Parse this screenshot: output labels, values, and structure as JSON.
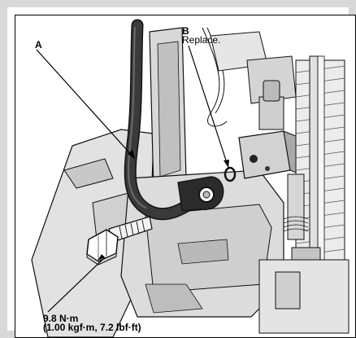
{
  "callouts": {
    "a": {
      "label": "A"
    },
    "b": {
      "label": "B",
      "note": "Replace."
    }
  },
  "torque_spec": {
    "primary": "9.8 N·m",
    "secondary": "(1.00 kgf·m, 7.2 lbf·ft)"
  },
  "colors": {
    "frame": "#d8d8d8",
    "line_art": "#111111",
    "component_fill": "#d6d6d6",
    "shadow_fill": "#a8a8a8",
    "pipe_fill": "#2a2a2a"
  },
  "parts": {
    "pipe_a": "pipe-icon",
    "o_ring_b": "o-ring-icon",
    "bolt": "bolt-icon",
    "condenser": "condenser-fins-icon",
    "bracket": "mounting-bracket-icon"
  }
}
